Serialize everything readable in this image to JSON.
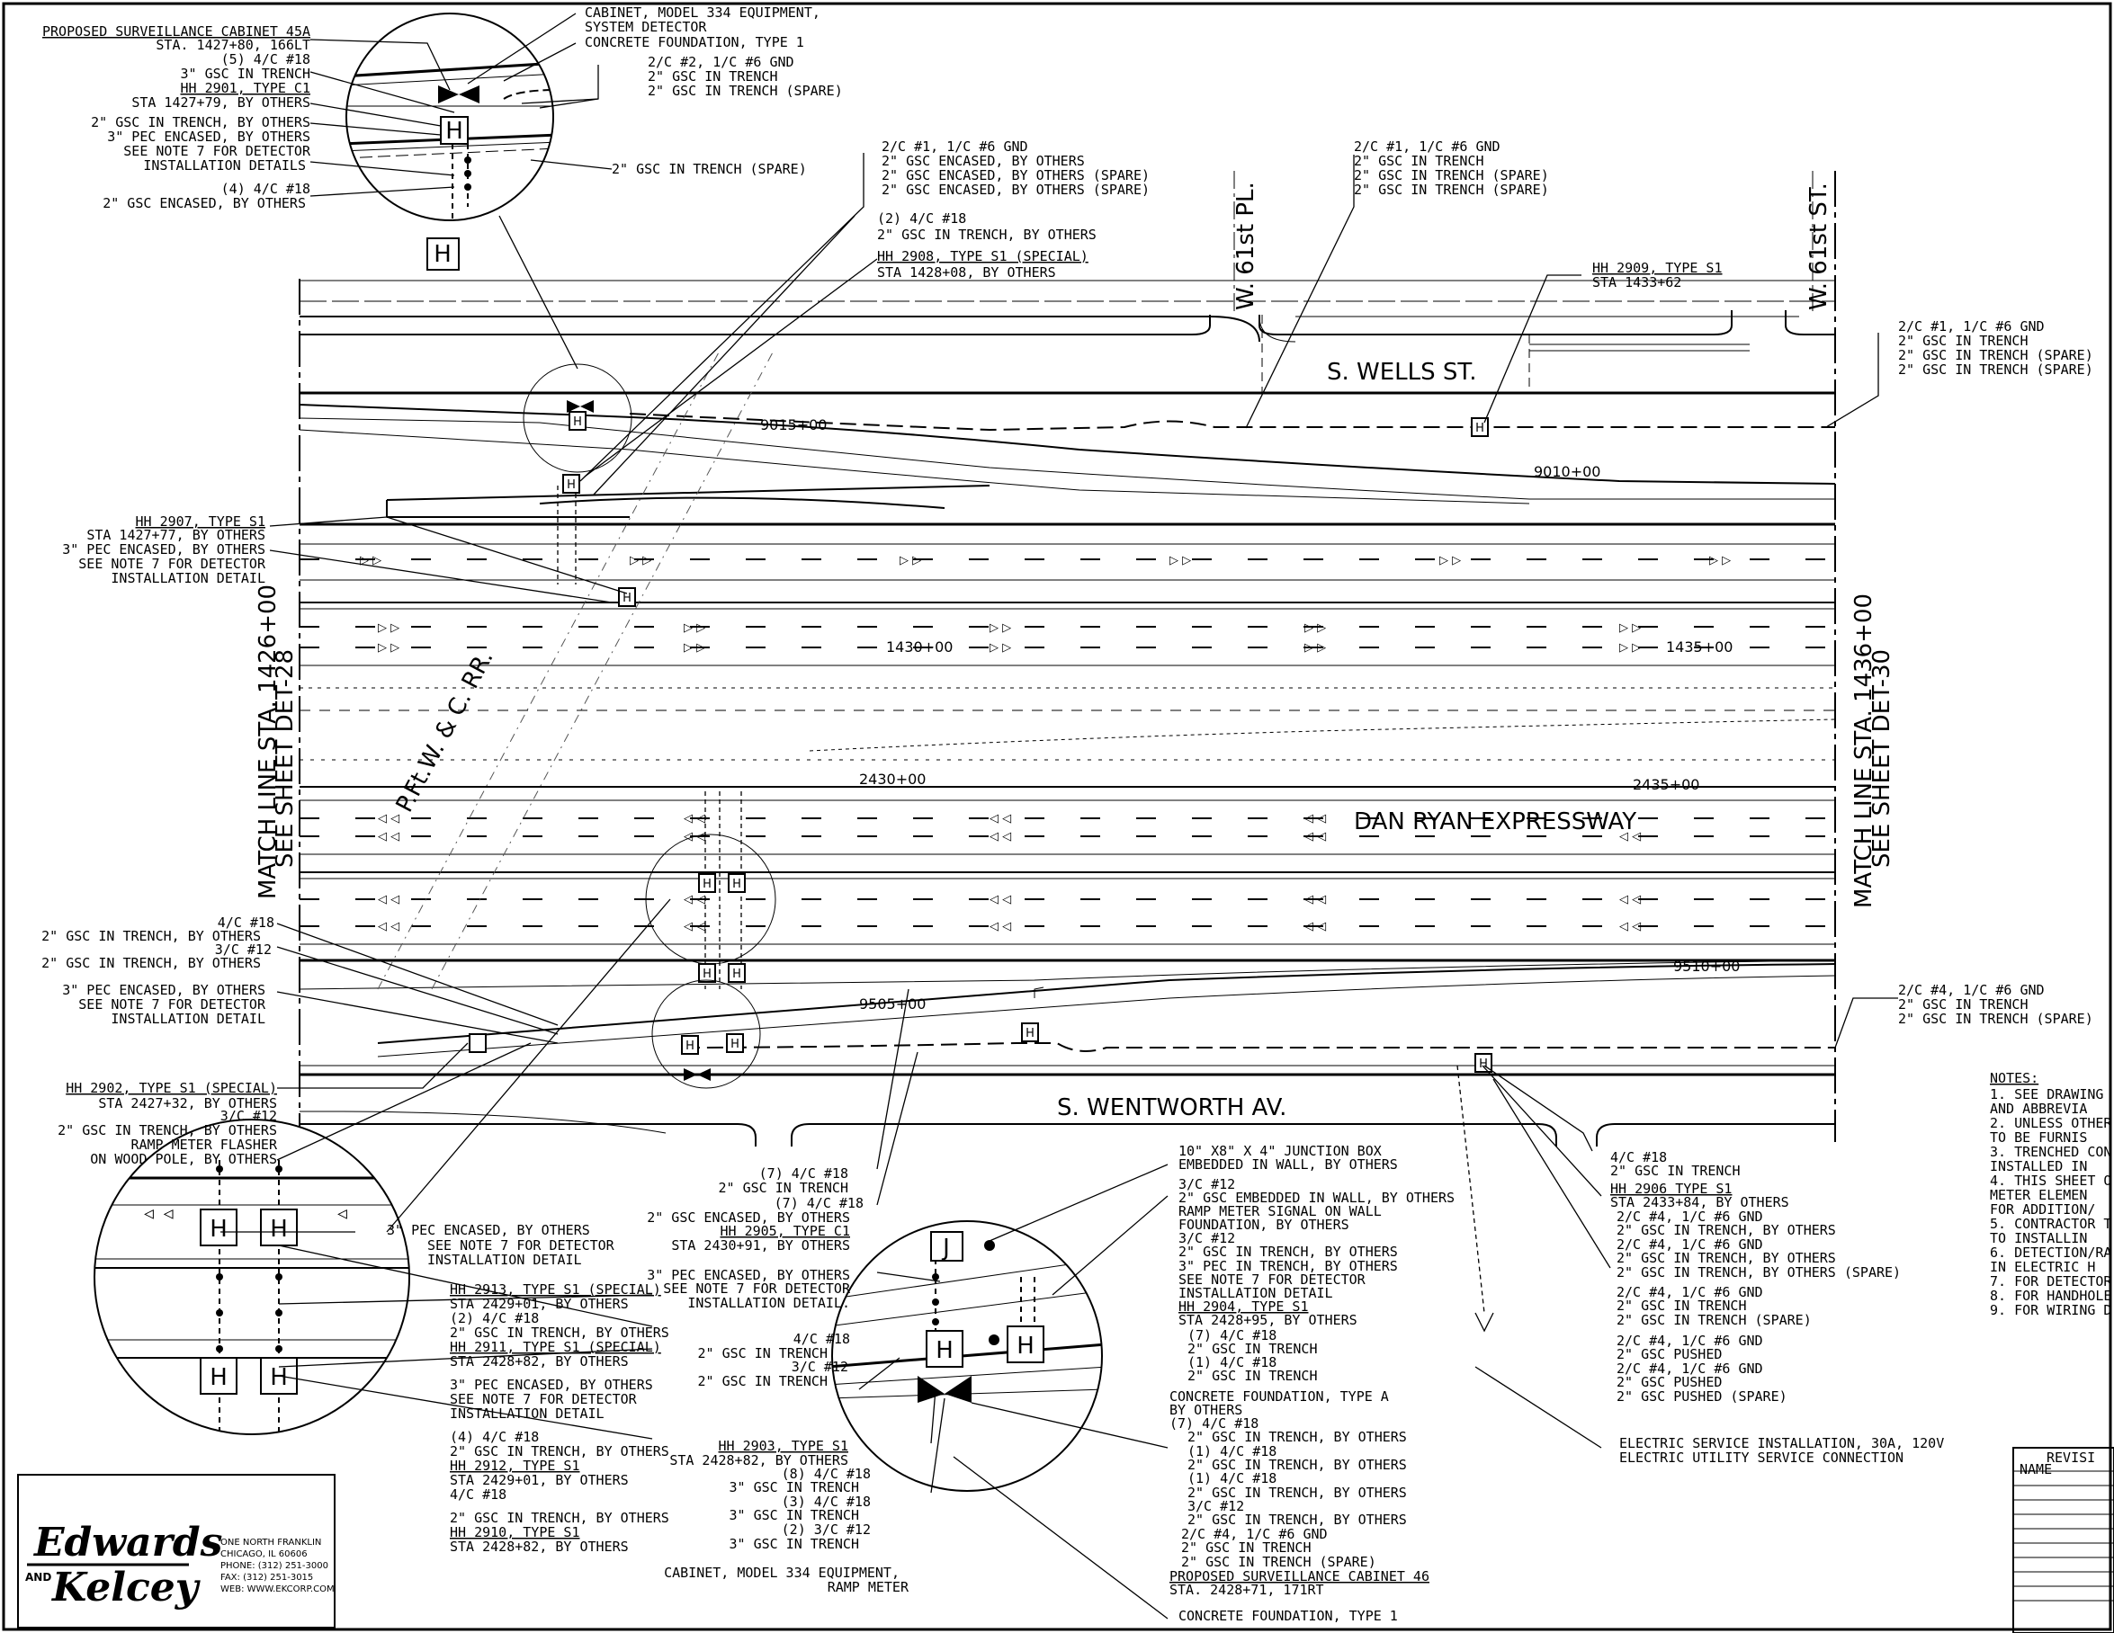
{
  "streets": {
    "wells": "S. WELLS ST.",
    "wentworth": "S. WENTWORTH AV.",
    "expressway": "DAN RYAN EXPRESSWAY",
    "w61pl": "W. 61st PL.",
    "w61st": "W. 61st ST.",
    "rr": "P.Ft.W. & C. RR."
  },
  "stations": {
    "s9015": "9015+00",
    "s9010": "9010+00",
    "s1430": "1430+00",
    "s1435": "1435+00",
    "s2430": "2430+00",
    "s2435": "2435+00",
    "s9510": "9510+00",
    "s9505": "9505+00"
  },
  "matchlines": {
    "left_a": "MATCH LINE STA. 1426+00",
    "left_b": "SEE SHEET DET-28",
    "right_a": "MATCH LINE STA. 1436+00",
    "right_b": "SEE SHEET DET-30"
  },
  "hh_letter": "H",
  "jbox_letter": "J",
  "top_left": {
    "l1": "PROPOSED SURVEILLANCE CABINET 45A",
    "l2": "STA. 1427+80, 166LT",
    "l3": "(5) 4/C #18",
    "l4": "3\" GSC IN TRENCH",
    "l5": "HH 2901, TYPE C1",
    "l6": "STA 1427+79, BY OTHERS",
    "l7": "2\" GSC IN TRENCH, BY OTHERS",
    "l8": "3\" PEC ENCASED, BY OTHERS",
    "l9": "SEE NOTE 7 FOR DETECTOR",
    "l10": "INSTALLATION DETAILS",
    "l11": "(4) 4/C #18",
    "l12": "2\" GSC  ENCASED, BY OTHERS"
  },
  "top_center": {
    "l1": "CABINET, MODEL 334 EQUIPMENT,",
    "l2": "SYSTEM DETECTOR",
    "l3": "CONCRETE FOUNDATION, TYPE 1",
    "l4": "2/C #2, 1/C #6 GND",
    "l5": "2\" GSC IN TRENCH",
    "l6": "2\" GSC IN TRENCH (SPARE)",
    "l7": "2\" GSC IN TRENCH (SPARE)"
  },
  "top_mid": {
    "l1": "2/C #1, 1/C #6 GND",
    "l2": "2\" GSC ENCASED, BY OTHERS",
    "l3": "2\" GSC ENCASED, BY OTHERS (SPARE)",
    "l4": "2\" GSC ENCASED, BY OTHERS (SPARE)",
    "l5": "(2) 4/C #18",
    "l6": "2\" GSC IN TRENCH, BY OTHERS",
    "l7": "HH 2908, TYPE S1 (SPECIAL)",
    "l8": "STA 1428+08, BY OTHERS"
  },
  "top_right": {
    "l1": "2/C #1, 1/C #6 GND",
    "l2": "2\" GSC IN TRENCH",
    "l3": "2\" GSC IN TRENCH (SPARE)",
    "l4": "2\" GSC IN TRENCH (SPARE)",
    "l5": "HH 2909, TYPE S1",
    "l6": "STA 1433+62"
  },
  "far_right_top": {
    "l1": "2/C #1, 1/C #6 GND",
    "l2": "2\" GSC IN TRENCH",
    "l3": "2\" GSC IN TRENCH (SPARE)",
    "l4": "2\" GSC IN TRENCH (SPARE)"
  },
  "left_mid": {
    "l1": "HH 2907, TYPE S1",
    "l2": "STA 1427+77, BY OTHERS",
    "l3": "3\" PEC ENCASED, BY OTHERS",
    "l4": "SEE NOTE 7 FOR DETECTOR",
    "l5": "INSTALLATION DETAIL"
  },
  "left_low": {
    "l1": "4/C #18",
    "l2": "2\" GSC IN TRENCH, BY OTHERS",
    "l3": "3/C #12",
    "l4": "2\" GSC IN TRENCH, BY OTHERS",
    "l5": "3\" PEC ENCASED, BY OTHERS",
    "l6": "SEE NOTE 7 FOR DETECTOR",
    "l7": "INSTALLATION DETAIL",
    "l8": "HH 2902, TYPE S1 (SPECIAL)",
    "l9": "STA 2427+32, BY OTHERS",
    "l10": "3/C #12",
    "l11": "2\" GSC IN TRENCH, BY OTHERS",
    "l12": "RAMP METER FLASHER",
    "l13": "ON WOOD POLE, BY OTHERS"
  },
  "far_right_low": {
    "l1": "2/C #4, 1/C #6 GND",
    "l2": "2\" GSC IN TRENCH",
    "l3": "2\" GSC IN TRENCH (SPARE)"
  },
  "notes": {
    "title": "NOTES:",
    "n1a": "1. SEE DRAWING",
    "n1b": "   AND ABBREVIA",
    "n2a": "2. UNLESS OTHER",
    "n2b": "   TO BE FURNIS",
    "n3a": "3. TRENCHED CON",
    "n3b": "   INSTALLED IN",
    "n4a": "4. THIS SHEET O",
    "n4b": "   METER ELEMEN",
    "n4c": "   FOR ADDITION/",
    "n5a": "5. CONTRACTOR T",
    "n5b": "   TO INSTALLIN",
    "n6a": "6. DETECTION/RA",
    "n6b": "   IN ELECTRIC H",
    "n7": "7. FOR DETECTOR",
    "n8": "8. FOR HANDHOLE",
    "n9": "9. FOR WIRING D"
  },
  "revisions": {
    "title": "REVISI",
    "name": "NAME"
  },
  "bottom_left": {
    "l1": "3\" PEC ENCASED, BY OTHERS",
    "l2": "SEE NOTE 7 FOR DETECTOR",
    "l3": "INSTALLATION DETAIL",
    "l4": "HH 2913, TYPE S1 (SPECIAL)",
    "l5": "STA 2429+01, BY OTHERS",
    "l6": "(2) 4/C #18",
    "l7": "2\" GSC IN TRENCH, BY OTHERS",
    "l8": "HH 2911, TYPE S1 (SPECIAL)",
    "l9": "STA 2428+82, BY OTHERS",
    "l10": "3\" PEC ENCASED, BY OTHERS",
    "l11": "SEE NOTE 7 FOR DETECTOR",
    "l12": "INSTALLATION DETAIL",
    "l13": "(4) 4/C #18",
    "l14": "2\" GSC IN TRENCH, BY OTHERS",
    "l15": "HH 2912, TYPE S1",
    "l16": "STA 2429+01, BY OTHERS",
    "l17": "4/C #18",
    "l18": "2\" GSC IN TRENCH, BY OTHERS",
    "l19": "HH 2910, TYPE S1",
    "l20": "STA 2428+82, BY OTHERS"
  },
  "bottom_mid": {
    "l1": "(7) 4/C #18",
    "l2": "2\" GSC IN TRENCH",
    "l3": "(7) 4/C #18",
    "l4": "2\" GSC ENCASED, BY OTHERS",
    "l5": "HH 2905, TYPE C1",
    "l6": "STA 2430+91, BY OTHERS",
    "l7": "3\" PEC ENCASED, BY OTHERS",
    "l8": "SEE NOTE 7 FOR DETECTOR",
    "l9": "INSTALLATION DETAIL.",
    "l10": "4/C #18",
    "l11": "2\" GSC IN TRENCH",
    "l12": "3/C #12",
    "l13": "2\" GSC IN TRENCH",
    "l14": "HH 2903, TYPE S1",
    "l15": "STA 2428+82, BY OTHERS",
    "l16": "(8) 4/C #18",
    "l17": "3\" GSC IN TRENCH",
    "l18": "(3) 4/C #18",
    "l19": "3\" GSC IN TRENCH",
    "l20": "(2) 3/C #12",
    "l21": "3\" GSC IN TRENCH",
    "l22": "CABINET, MODEL 334 EQUIPMENT,",
    "l23": "RAMP METER"
  },
  "bottom_center": {
    "l1": "10\" X8\" X 4\" JUNCTION BOX",
    "l2": "EMBEDDED IN WALL, BY OTHERS",
    "l3": "3/C #12",
    "l4": "2\" GSC EMBEDDED IN WALL, BY OTHERS",
    "l5": "RAMP METER SIGNAL ON WALL",
    "l6": "FOUNDATION, BY OTHERS",
    "l7": "3/C #12",
    "l8": "2\" GSC IN TRENCH, BY OTHERS",
    "l9": "3\" PEC IN TRENCH, BY OTHERS",
    "l10": "SEE NOTE 7 FOR DETECTOR",
    "l11": "INSTALLATION DETAIL",
    "l12": "HH 2904, TYPE S1",
    "l13": "STA 2428+95, BY OTHERS",
    "l14": "(7) 4/C #18",
    "l15": "2\" GSC IN TRENCH",
    "l16": "(1) 4/C #18",
    "l17": "2\" GSC IN TRENCH",
    "l18": "CONCRETE FOUNDATION, TYPE A",
    "l19": "BY OTHERS",
    "l20": "(7) 4/C #18",
    "l21": "2\" GSC IN TRENCH, BY OTHERS",
    "l22": "(1) 4/C #18",
    "l23": "2\" GSC IN TRENCH, BY OTHERS",
    "l24": "(1) 4/C #18",
    "l25": "2\" GSC IN TRENCH, BY OTHERS",
    "l26": "3/C #12",
    "l27": "2\" GSC IN TRENCH, BY OTHERS",
    "l28": "2/C #4, 1/C #6 GND",
    "l29": "2\" GSC IN TRENCH",
    "l30": "2\" GSC IN TRENCH (SPARE)",
    "l31": "PROPOSED SURVEILLANCE CABINET 46",
    "l32": "STA. 2428+71, 171RT",
    "l33": "CONCRETE FOUNDATION, TYPE 1"
  },
  "bottom_right": {
    "l1": "4/C #18",
    "l2": "2\" GSC IN TRENCH",
    "l3": "HH 2906 TYPE S1",
    "l4": "STA 2433+84, BY OTHERS",
    "l5": "2/C  #4, 1/C #6 GND",
    "l6": "2\" GSC IN TRENCH, BY OTHERS",
    "l7": "2/C  #4, 1/C #6 GND",
    "l8": "2\" GSC IN TRENCH, BY OTHERS",
    "l9": "2\" GSC IN TRENCH, BY OTHERS (SPARE)",
    "l10": "2/C #4, 1/C #6 GND",
    "l11": "2\" GSC IN TRENCH",
    "l12": "2\" GSC IN TRENCH (SPARE)",
    "l13": "2/C #4, 1/C #6 GND",
    "l14": "2\" GSC PUSHED",
    "l15": "2/C #4, 1/C #6 GND",
    "l16": "2\" GSC PUSHED",
    "l17": "2\" GSC PUSHED (SPARE)",
    "l18": "ELECTRIC SERVICE INSTALLATION, 30A, 120V",
    "l19": "ELECTRIC UTILITY SERVICE CONNECTION"
  },
  "logo": {
    "name1": "Edwards",
    "and": "AND",
    "name2": "Kelcey",
    "a1": "ONE NORTH FRANKLIN",
    "a2": "CHICAGO, IL 60606",
    "a3": "PHONE: (312) 251-3000",
    "a4": "FAX: (312) 251-3015",
    "a5": "WEB: WWW.EKCORP.COM"
  }
}
